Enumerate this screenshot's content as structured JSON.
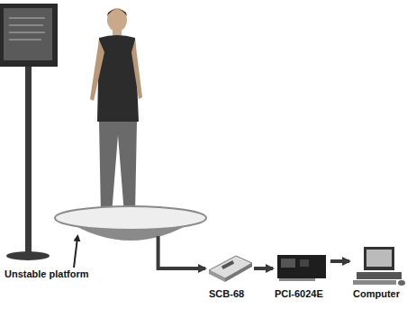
{
  "diagram": {
    "nodes": [
      {
        "text": [
          "Unstable platform"
        ]
      },
      {
        "text": [
          "SCB-68"
        ]
      },
      {
        "text": [
          "PCI-6024E"
        ]
      },
      {
        "text": [
          "Computer"
        ]
      }
    ],
    "edges": [
      {
        "from": 0,
        "to": 1,
        "arrow": "to"
      },
      {
        "from": 1,
        "to": 2,
        "arrow": "to"
      },
      {
        "from": 2,
        "to": 3,
        "arrow": "to"
      }
    ]
  }
}
